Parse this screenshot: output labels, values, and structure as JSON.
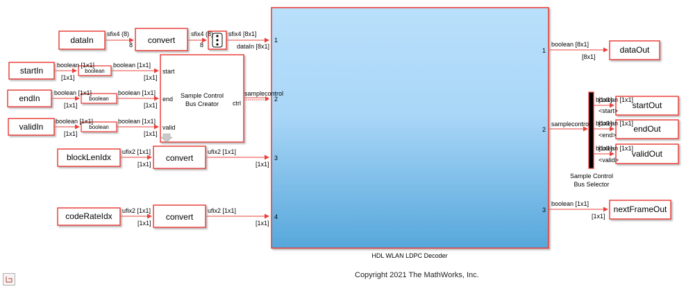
{
  "blocks": {
    "dataIn": "dataIn",
    "startIn": "startIn",
    "endIn": "endIn",
    "validIn": "validIn",
    "blockLenIdx": "blockLenIdx",
    "codeRateIdx": "codeRateIdx",
    "convert": "convert",
    "boolean": "boolean",
    "bus_creator": [
      "Sample Control",
      "Bus Creator"
    ],
    "bus_creator_ports": {
      "start": "start",
      "end": "end",
      "valid": "valid",
      "ctrl": "ctrl"
    },
    "decoder_name": "HDL WLAN LDPC Decoder",
    "decoder_in_ports": [
      "1",
      "2",
      "3",
      "4"
    ],
    "decoder_out_ports": [
      "1",
      "2",
      "3"
    ],
    "bus_selector": [
      "Sample Control",
      "Bus Selector"
    ],
    "bus_selector_ports": [
      "<start>",
      "<end>",
      "<valid>"
    ],
    "dataOut": "dataOut",
    "startOut": "startOut",
    "endOut": "endOut",
    "validOut": "validOut",
    "nextFrameOut": "nextFrameOut",
    "reshape_port": "8"
  },
  "signals": {
    "sfix4_8": "sfix4 (8)",
    "dim_8": "8",
    "sfix4_8x1": "sfix4 [8x1]",
    "dataIn_8x1": "dataIn [8x1]",
    "sfix4_partial": "sfix4 (8)",
    "boolean_1x1": "boolean [1x1]",
    "dim_1x1": "[1x1]",
    "samplecontrol": "samplecontrol",
    "ufix2_1x1": "ufix2 [1x1]",
    "boolean_8x1": "boolean [8x1]",
    "dim_8x1": "[8x1]",
    "samplecontrol_out": "samplecontrol",
    "boolean_1x1_out": "boolean [1x1]",
    "sel_overlap": [
      "boolean [1x1]",
      "boolean [1x1]",
      "boolean [1x1]"
    ],
    "sel_overlap_b": [
      "[1x1]",
      "[1x1]",
      "[1x1]"
    ]
  },
  "footer": {
    "copyright": "Copyright 2021 The MathWorks, Inc."
  },
  "colors": {
    "block_border": "#e8413a",
    "decoder_top": "#b9e0fb",
    "decoder_bottom": "#56a7db",
    "line": "#e8413a"
  }
}
